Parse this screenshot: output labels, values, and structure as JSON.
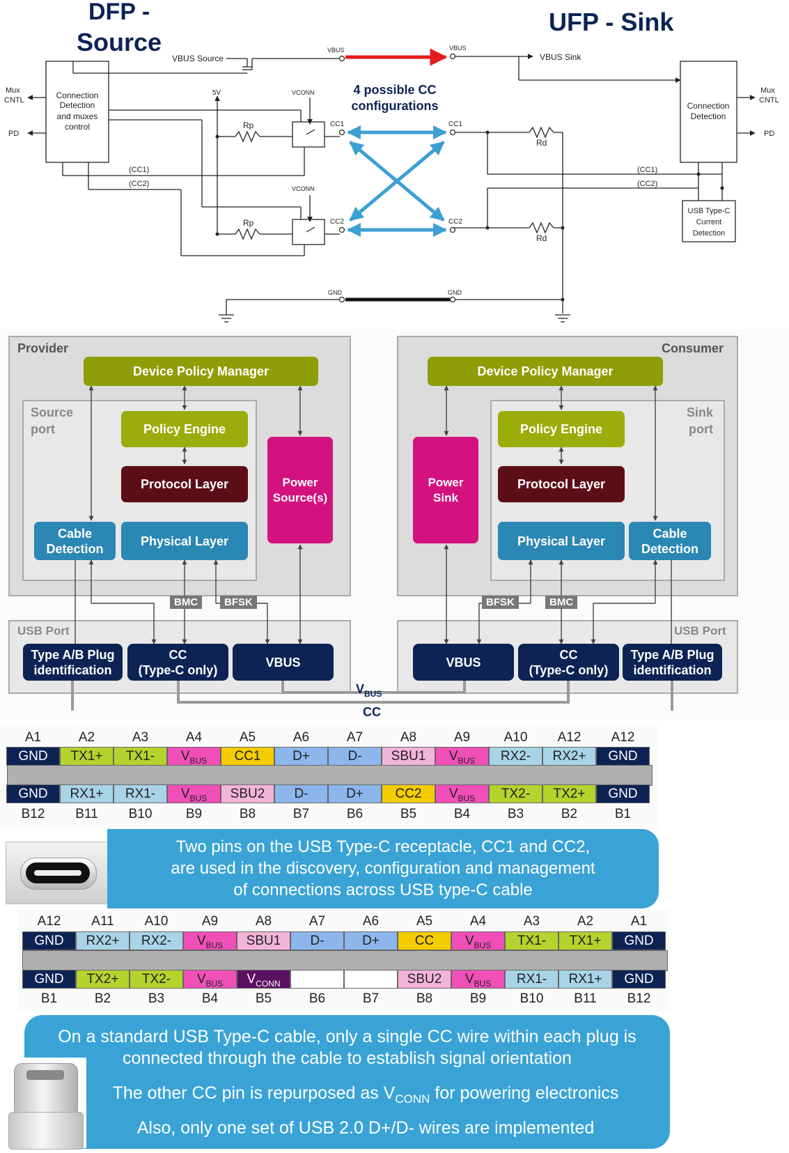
{
  "schematic": {
    "dfp_title_line1": "DFP -",
    "dfp_title_line2": "Source",
    "ufp_title": "UFP - Sink",
    "vbus_source": "VBUS Source",
    "vbus_sink": "VBUS Sink",
    "vbus": "VBUS",
    "vconn": "VCONN",
    "five_v": "5V",
    "rp": "Rp",
    "rd": "Rd",
    "cc1": "CC1",
    "cc2": "CC2",
    "cc1_paren": "(CC1)",
    "cc2_paren": "(CC2)",
    "gnd": "GND",
    "mux_cntl_line1": "Mux",
    "mux_cntl_line2": "CNTL",
    "pd": "PD",
    "dfp_box_line1": "Connection",
    "dfp_box_line2": "Detection",
    "dfp_box_line3": "and muxes",
    "dfp_box_line4": "control",
    "ufp_box_line1": "Connection",
    "ufp_box_line2": "Detection",
    "usbc_box_line1": "USB Type-C",
    "usbc_box_line2": "Current",
    "usbc_box_line3": "Detection",
    "cc_config_line1": "4 possible CC",
    "cc_config_line2": "configurations",
    "colors": {
      "vbus_arrow": "#e51a1a",
      "cc_arrow": "#3d9fd3",
      "gnd_line": "#111111"
    }
  },
  "stack": {
    "provider": "Provider",
    "consumer": "Consumer",
    "source_port_line1": "Source",
    "source_port_line2": "port",
    "sink_port_line1": "Sink",
    "sink_port_line2": "port",
    "dpm": "Device Policy Manager",
    "policy_engine": "Policy Engine",
    "protocol_layer": "Protocol Layer",
    "physical_layer": "Physical Layer",
    "cable_detection_line1": "Cable",
    "cable_detection_line2": "Detection",
    "power_source_line1": "Power",
    "power_source_line2": "Source(s)",
    "power_sink_line1": "Power",
    "power_sink_line2": "Sink",
    "bmc": "BMC",
    "bfsk": "BFSK",
    "usb_port": "USB Port",
    "type_ab_line1": "Type A/B Plug",
    "type_ab_line2": "identification",
    "cc_line1": "CC",
    "cc_line2": "(Type-C only)",
    "vbus": "VBUS",
    "cable_vbus_v": "V",
    "cable_vbus_sub": "BUS",
    "cable_cc": "CC"
  },
  "receptacle": {
    "top_labels": [
      "A1",
      "A2",
      "A3",
      "A4",
      "A5",
      "A6",
      "A7",
      "A8",
      "A9",
      "A10",
      "A12",
      "A12"
    ],
    "top_pins": [
      "GND",
      "TX1+",
      "TX1-",
      "V|BUS",
      "CC1",
      "D+",
      "D-",
      "SBU1",
      "V|BUS",
      "RX2-",
      "RX2+",
      "GND"
    ],
    "top_colors": [
      "#0c2354",
      "#b5d32d",
      "#b5d32d",
      "#f04fb8",
      "#f5cc00",
      "#8db6ec",
      "#8db6ec",
      "#f3b4d9",
      "#f04fb8",
      "#a9d4e8",
      "#a9d4e8",
      "#0c2354"
    ],
    "bottom_pins": [
      "GND",
      "RX1+",
      "RX1-",
      "V|BUS",
      "SBU2",
      "D-",
      "D+",
      "CC2",
      "V|BUS",
      "TX2-",
      "TX2+",
      "GND"
    ],
    "bottom_colors": [
      "#0c2354",
      "#a9d4e8",
      "#a9d4e8",
      "#f04fb8",
      "#f3b4d9",
      "#8db6ec",
      "#8db6ec",
      "#f5cc00",
      "#f04fb8",
      "#b5d32d",
      "#b5d32d",
      "#0c2354"
    ],
    "bottom_labels": [
      "B12",
      "B11",
      "B10",
      "B9",
      "B8",
      "B7",
      "B6",
      "B5",
      "B4",
      "B3",
      "B2",
      "B1"
    ]
  },
  "callout1": {
    "line1": "Two pins on the USB Type-C receptacle, CC1 and CC2,",
    "line2": "are used in the discovery, configuration and management",
    "line3": "of connections across USB type-C cable"
  },
  "plug": {
    "top_labels": [
      "A12",
      "A11",
      "A10",
      "A9",
      "A8",
      "A7",
      "A6",
      "A5",
      "A4",
      "A3",
      "A2",
      "A1"
    ],
    "top_pins": [
      "GND",
      "RX2+",
      "RX2-",
      "V|BUS",
      "SBU1",
      "D-",
      "D+",
      "CC",
      "V|BUS",
      "TX1-",
      "TX1+",
      "GND"
    ],
    "top_colors": [
      "#0c2354",
      "#a9d4e8",
      "#a9d4e8",
      "#f04fb8",
      "#f3b4d9",
      "#8db6ec",
      "#8db6ec",
      "#f5cc00",
      "#f04fb8",
      "#b5d32d",
      "#b5d32d",
      "#0c2354"
    ],
    "bottom_pins": [
      "GND",
      "TX2+",
      "TX2-",
      "V|BUS",
      "V|CONN",
      "",
      "",
      "SBU2",
      "V|BUS",
      "RX1-",
      "RX1+",
      "GND"
    ],
    "bottom_colors": [
      "#0c2354",
      "#b5d32d",
      "#b5d32d",
      "#f04fb8",
      "#5a1060",
      "#ffffff",
      "#ffffff",
      "#f3b4d9",
      "#f04fb8",
      "#a9d4e8",
      "#a9d4e8",
      "#0c2354"
    ],
    "bottom_labels": [
      "B1",
      "B2",
      "B3",
      "B4",
      "B5",
      "B6",
      "B7",
      "B8",
      "B9",
      "B10",
      "B11",
      "B12"
    ]
  },
  "callout2": {
    "line1": "On a standard USB Type-C cable, only a single CC wire within each plug is",
    "line2": "connected through the cable to establish signal orientation",
    "line3_pre": "The other CC pin is repurposed as V",
    "line3_sub": "CONN",
    "line3_post": " for powering electronics",
    "line4": "Also, only one set of USB 2.0 D+/D- wires are implemented"
  }
}
